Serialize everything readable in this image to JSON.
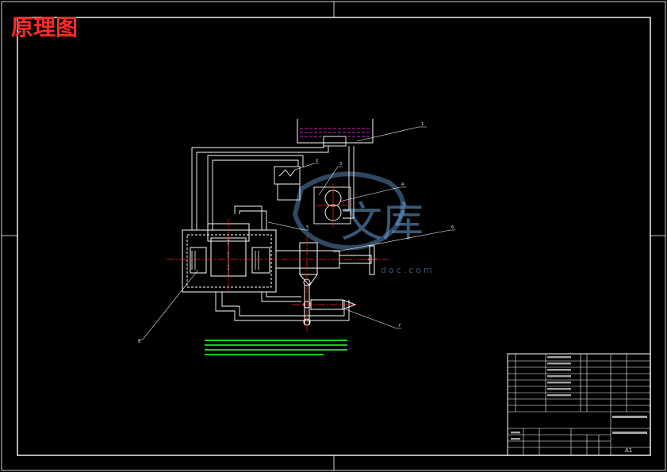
{
  "drawing": {
    "title": "原理图",
    "sheet_size": "A1",
    "watermark": {
      "main": "文库",
      "sub": "doc.com"
    },
    "part_callouts": [
      "1",
      "2",
      "3",
      "4",
      "5",
      "6",
      "7",
      "8"
    ]
  },
  "colors": {
    "background": "#000000",
    "line": "#ffffff",
    "title": "#ff2a2a",
    "centerline": "#ff2020",
    "oil": "#ff30ff",
    "caption": "#22ff22",
    "watermark": "#6aa0d8"
  }
}
